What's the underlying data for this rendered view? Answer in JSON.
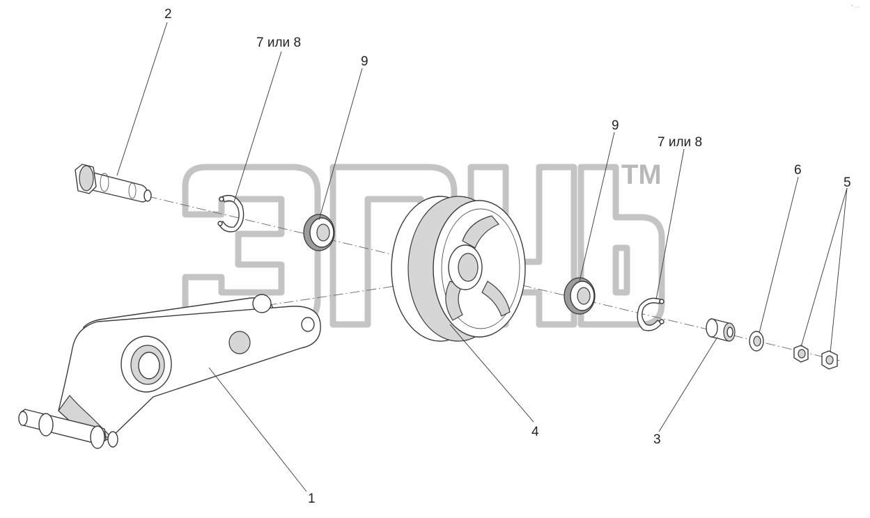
{
  "callouts": {
    "c1": "1",
    "c2": "2",
    "c3": "3",
    "c4": "4",
    "c5": "5",
    "c6": "6",
    "c7a": "7 или 8",
    "c7b": "7 или 8",
    "c9a": "9",
    "c9b": "9"
  },
  "watermark": {
    "tm": "TM"
  },
  "corner_mark": "° ···"
}
